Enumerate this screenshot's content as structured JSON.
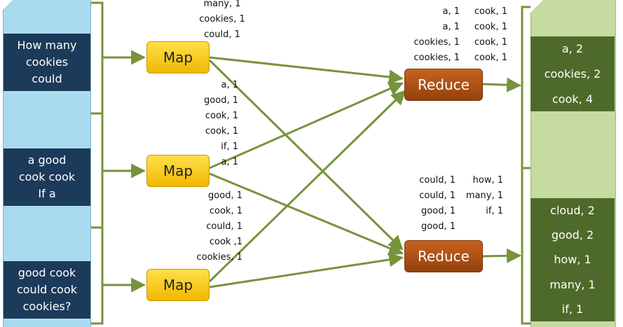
{
  "inputs": [
    {
      "lines": [
        "How many",
        "cookies",
        "could"
      ]
    },
    {
      "lines": [
        "a good",
        "cook cook",
        "If a"
      ]
    },
    {
      "lines": [
        "good cook",
        "could cook",
        "cookies?"
      ]
    }
  ],
  "map_label": "Map",
  "reduce_label": "Reduce",
  "map_outputs": [
    [
      "many, 1",
      "cookies, 1",
      "could, 1"
    ],
    [
      "a, 1",
      "good, 1",
      "cook, 1",
      "cook, 1",
      "if, 1",
      "a, 1"
    ],
    [
      "good, 1",
      "cook, 1",
      "could, 1",
      "cook ,1",
      "cookies, 1"
    ]
  ],
  "reduce_inputs": [
    {
      "left": [
        "a, 1",
        "a, 1",
        "cookies, 1",
        "cookies, 1"
      ],
      "right": [
        "cook, 1",
        "cook, 1",
        "cook, 1",
        "cook, 1"
      ]
    },
    {
      "left": [
        "could, 1",
        "could, 1",
        "good, 1",
        "good, 1"
      ],
      "right": [
        "how, 1",
        "many, 1",
        "if, 1"
      ]
    }
  ],
  "outputs": [
    [
      "a, 2",
      "cookies, 2",
      "cook, 4"
    ],
    [
      "cloud, 2",
      "good, 2",
      "how, 1",
      "many, 1",
      "if, 1"
    ]
  ],
  "colors": {
    "wire": "#77933c",
    "input_doc": "#a9dbef",
    "input_box": "#1c3a5a",
    "output_doc": "#c5dba0",
    "output_box": "#4e6a2a",
    "map": "#ffd21a",
    "reduce": "#b5521a"
  }
}
